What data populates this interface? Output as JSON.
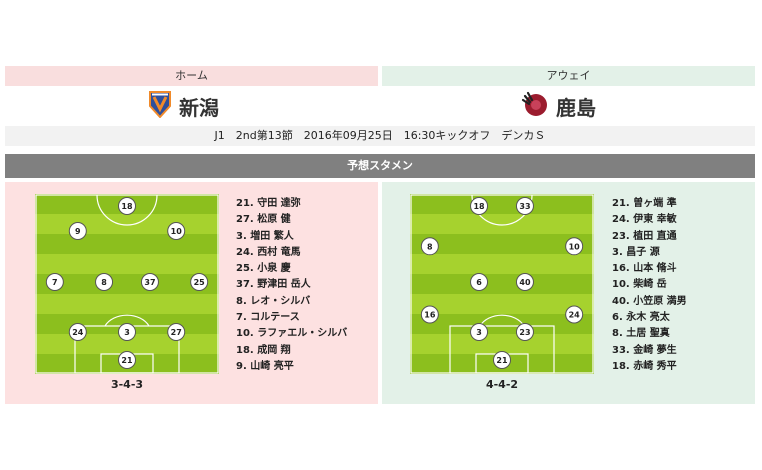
{
  "home": {
    "header": "ホーム",
    "team": "新潟",
    "emblem_colors": [
      "#f08a2a",
      "#2d4f9c"
    ],
    "formation": "3-4-3",
    "positions": [
      {
        "num": "18",
        "row": 0,
        "col": 0.5
      },
      {
        "num": "9",
        "row": 1,
        "col": 0.2
      },
      {
        "num": "10",
        "row": 1,
        "col": 0.8
      },
      {
        "num": "7",
        "row": 2,
        "col": 0.06
      },
      {
        "num": "8",
        "row": 2,
        "col": 0.36
      },
      {
        "num": "37",
        "row": 2,
        "col": 0.64
      },
      {
        "num": "25",
        "row": 2,
        "col": 0.94
      },
      {
        "num": "24",
        "row": 3,
        "col": 0.2
      },
      {
        "num": "3",
        "row": 3,
        "col": 0.5
      },
      {
        "num": "27",
        "row": 3,
        "col": 0.8
      },
      {
        "num": "21",
        "row": 4,
        "col": 0.5
      }
    ],
    "roster": [
      "21. 守田 達弥",
      "27. 松原 健",
      "3. 増田 繁人",
      "24. 西村 竜馬",
      "25. 小泉 慶",
      "37. 野津田 岳人",
      "8. レオ・シルバ",
      "7. コルテース",
      "10. ラファエル・シルバ",
      "18. 成岡 翔",
      "9. 山崎 亮平"
    ]
  },
  "away": {
    "header": "アウェイ",
    "team": "鹿島",
    "emblem_colors": [
      "#9b1c2e",
      "#222222"
    ],
    "formation": "4-4-2",
    "positions": [
      {
        "num": "18",
        "row": 0,
        "col": 0.36
      },
      {
        "num": "33",
        "row": 0,
        "col": 0.64
      },
      {
        "num": "8",
        "row": 1.3,
        "col": 0.06
      },
      {
        "num": "10",
        "row": 1.3,
        "col": 0.94
      },
      {
        "num": "6",
        "row": 2,
        "col": 0.36
      },
      {
        "num": "40",
        "row": 2,
        "col": 0.64
      },
      {
        "num": "16",
        "row": 2.65,
        "col": 0.06
      },
      {
        "num": "24",
        "row": 2.65,
        "col": 0.94
      },
      {
        "num": "3",
        "row": 3,
        "col": 0.36
      },
      {
        "num": "23",
        "row": 3,
        "col": 0.64
      },
      {
        "num": "21",
        "row": 4,
        "col": 0.5
      }
    ],
    "roster": [
      "21. 曽ヶ端 準",
      "24. 伊東 幸敏",
      "23. 植田 直通",
      "3. 昌子 源",
      "16. 山本 脩斗",
      "10. 柴崎 岳",
      "40. 小笠原 満男",
      "6. 永木 亮太",
      "8. 土居 聖真",
      "33. 金崎 夢生",
      "18. 赤崎 秀平"
    ]
  },
  "match_info": "J1　2nd第13節　2016年09月25日　16:30キックオフ　デンカＳ",
  "section_title": "予想スタメン",
  "colors": {
    "home_bg": "#fde1e1",
    "away_bg": "#e3f1e8",
    "section_bg": "#808080",
    "pitch_dark": "#8cbf1e",
    "pitch_light": "#a6d22e"
  }
}
